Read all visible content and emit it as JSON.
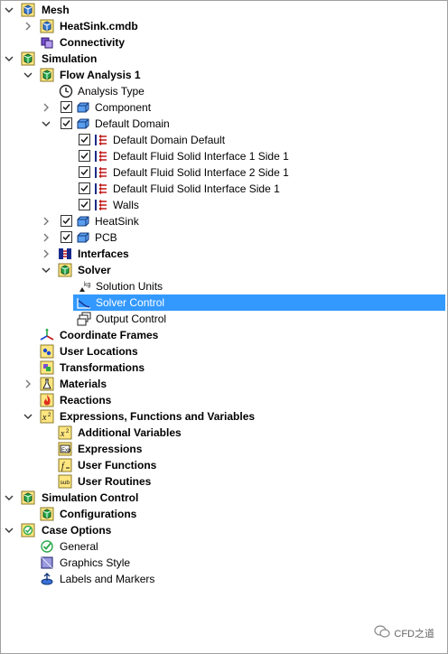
{
  "tree": {
    "mesh": {
      "label": "Mesh"
    },
    "heatsink_cmdb": {
      "label": "HeatSink.cmdb"
    },
    "connectivity": {
      "label": "Connectivity"
    },
    "simulation": {
      "label": "Simulation"
    },
    "flow_analysis": {
      "label": "Flow Analysis 1"
    },
    "analysis_type": {
      "label": "Analysis Type"
    },
    "component": {
      "label": "Component"
    },
    "default_domain": {
      "label": "Default Domain"
    },
    "dd_default": {
      "label": "Default Domain Default"
    },
    "dfsi_1_side1": {
      "label": "Default Fluid Solid Interface 1 Side 1"
    },
    "dfsi_2_side1": {
      "label": "Default Fluid Solid Interface 2 Side 1"
    },
    "dfsi_side1": {
      "label": "Default Fluid Solid Interface Side 1"
    },
    "walls": {
      "label": "Walls"
    },
    "heatsink": {
      "label": "HeatSink"
    },
    "pcb": {
      "label": "PCB"
    },
    "interfaces": {
      "label": "Interfaces"
    },
    "solver": {
      "label": "Solver"
    },
    "solution_units": {
      "label": "Solution Units"
    },
    "solver_control": {
      "label": "Solver Control"
    },
    "output_control": {
      "label": "Output Control"
    },
    "coordinate_frames": {
      "label": "Coordinate Frames"
    },
    "user_locations": {
      "label": "User Locations"
    },
    "transformations": {
      "label": "Transformations"
    },
    "materials": {
      "label": "Materials"
    },
    "reactions": {
      "label": "Reactions"
    },
    "expressions_fv": {
      "label": "Expressions, Functions and Variables"
    },
    "additional_variables": {
      "label": "Additional Variables"
    },
    "expressions": {
      "label": "Expressions"
    },
    "user_functions": {
      "label": "User Functions"
    },
    "user_routines": {
      "label": "User Routines"
    },
    "simulation_control": {
      "label": "Simulation Control"
    },
    "configurations": {
      "label": "Configurations"
    },
    "case_options": {
      "label": "Case Options"
    },
    "general": {
      "label": "General"
    },
    "graphics_style": {
      "label": "Graphics Style"
    },
    "labels_markers": {
      "label": "Labels and Markers"
    }
  },
  "watermark": {
    "label": "CFD之道"
  },
  "colors": {
    "selection": "#3399ff",
    "selection_text": "#ffffff"
  }
}
